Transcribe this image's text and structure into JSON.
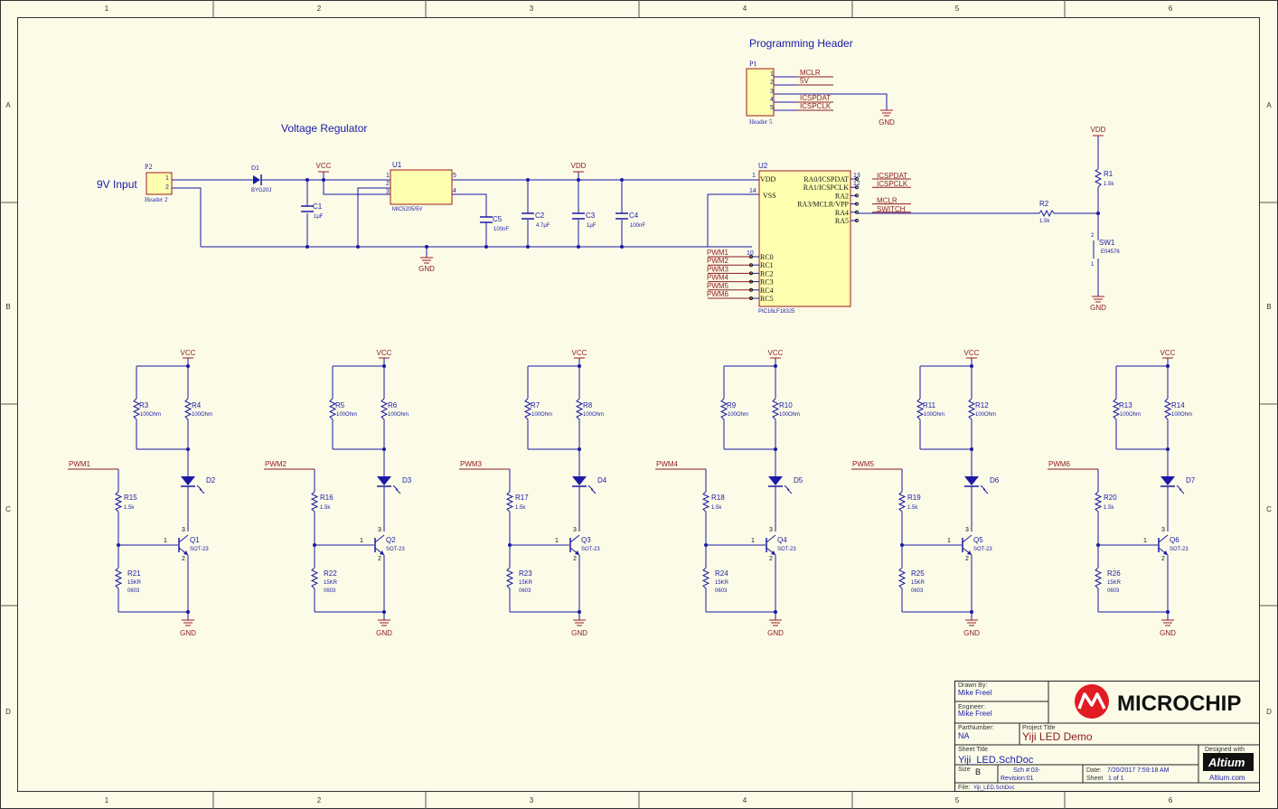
{
  "border": {
    "columns": [
      "1",
      "2",
      "3",
      "4",
      "5",
      "6"
    ],
    "rows": [
      "A",
      "B",
      "C",
      "D"
    ]
  },
  "headings": {
    "programming_header": "Programming Header",
    "voltage_regulator": "Voltage Regulator",
    "input": "9V Input"
  },
  "colors": {
    "wire": "#1a1aa6",
    "net_label": "#8b1a1a",
    "component": "#a01a1a",
    "designator": "#1a1aa6",
    "ic_fill": "#ffffb0"
  },
  "power_nets": {
    "vcc": "VCC",
    "vdd": "VDD",
    "gnd": "GND"
  },
  "p1": {
    "ref": "P1",
    "name": "Header 5",
    "pins": [
      "1",
      "2",
      "3",
      "4",
      "5"
    ],
    "nets": [
      "MCLR",
      "5V",
      "",
      "ICSPDAT",
      "ICSPCLK"
    ]
  },
  "p2": {
    "ref": "P2",
    "name": "Header 2",
    "pins": [
      "1",
      "2"
    ]
  },
  "d1": {
    "ref": "D1",
    "part": "BYG20J"
  },
  "u1": {
    "ref": "U1",
    "part": "MIC5205/5V",
    "pins": [
      "1",
      "2",
      "3",
      "5",
      "4"
    ]
  },
  "caps": [
    {
      "ref": "C1",
      "value": "1µF"
    },
    {
      "ref": "C5",
      "value": "100nF"
    },
    {
      "ref": "C2",
      "value": "4.7µF"
    },
    {
      "ref": "C3",
      "value": "1µF"
    },
    {
      "ref": "C4",
      "value": "100nF"
    }
  ],
  "u2": {
    "ref": "U2",
    "part": "PIC16LF18325",
    "left_pins": [
      {
        "num": "1",
        "name": "VDD"
      },
      {
        "num": "14",
        "name": "VSS"
      }
    ],
    "left_io": [
      {
        "num": "10",
        "name": "RC0",
        "net": "PWM1"
      },
      {
        "num": "",
        "name": "RC1",
        "net": "PWM2"
      },
      {
        "num": "",
        "name": "RC2",
        "net": "PWM3"
      },
      {
        "num": "",
        "name": "RC3",
        "net": "PWM4"
      },
      {
        "num": "",
        "name": "RC4",
        "net": "PWM5"
      },
      {
        "num": "",
        "name": "RC5",
        "net": "PWM6"
      }
    ],
    "right_pins": [
      {
        "num": "13",
        "name": "RA0/ICSPDAT",
        "net": "ICSPDAT"
      },
      {
        "num": "12",
        "name": "RA1/ICSPCLK",
        "net": "ICSPCLK"
      },
      {
        "num": "",
        "name": "RA2",
        "net": ""
      },
      {
        "num": "",
        "name": "RA3/MCLR/VPP",
        "net": "MCLR"
      },
      {
        "num": "",
        "name": "RA4",
        "net": "SWITCH"
      },
      {
        "num": "",
        "name": "RA5",
        "net": ""
      }
    ]
  },
  "r1": {
    "ref": "R1",
    "value": "1.5k"
  },
  "r2": {
    "ref": "R2",
    "value": "1.5k"
  },
  "sw1": {
    "ref": "SW1",
    "part": "E04576",
    "pins": [
      "1",
      "2"
    ]
  },
  "led_channels": [
    {
      "pwm": "PWM1",
      "ra": "R3",
      "rb": "R4",
      "led": "D2",
      "rbase": "R15",
      "rpull": "R21",
      "q": "Q1"
    },
    {
      "pwm": "PWM2",
      "ra": "R5",
      "rb": "R6",
      "led": "D3",
      "rbase": "R16",
      "rpull": "R22",
      "q": "Q2"
    },
    {
      "pwm": "PWM3",
      "ra": "R7",
      "rb": "R8",
      "led": "D4",
      "rbase": "R17",
      "rpull": "R23",
      "q": "Q3"
    },
    {
      "pwm": "PWM4",
      "ra": "R9",
      "rb": "R10",
      "led": "D5",
      "rbase": "R18",
      "rpull": "R24",
      "q": "Q4"
    },
    {
      "pwm": "PWM5",
      "ra": "R11",
      "rb": "R12",
      "led": "D6",
      "rbase": "R19",
      "rpull": "R25",
      "q": "Q5"
    },
    {
      "pwm": "PWM6",
      "ra": "R13",
      "rb": "R14",
      "led": "D7",
      "rbase": "R20",
      "rpull": "R26",
      "q": "Q6"
    }
  ],
  "channel_values": {
    "r_led": "100Ohm",
    "r_base": "1.5k",
    "r_pull": "15KR",
    "r_pull_pkg": "0603",
    "q_pkg": "SOT-23",
    "q_base_pin": "1",
    "q_collector_pin": "3",
    "q_emitter_pin": "2"
  },
  "title_block": {
    "drawn_by_label": "Drawn By:",
    "drawn_by": "Mike Freel",
    "engineer_label": "Engineer:",
    "engineer": "Mike Freel",
    "logo_text": "MICROCHIP",
    "part_number_label": "PartNumber:",
    "part_number": "NA",
    "project_title_label": "Project Title",
    "project_title": "Yiji LED Demo",
    "sheet_title_label": "Sheet Title",
    "sheet_title": "Yiji_LED.SchDoc",
    "designed_with": "Designed with",
    "altium": "Altium",
    "altium_url": "Altium.com",
    "size_label": "Size",
    "size": "B",
    "sch_label": "Sch #:03-",
    "revision_label": "Revision:01",
    "date_label": "Date:",
    "date": "7/20/2017 7:59:18 AM",
    "sheet_label": "Sheet",
    "sheet": "1 of 1",
    "file_label": "File:",
    "file": "Yiji_LED.SchDoc"
  }
}
